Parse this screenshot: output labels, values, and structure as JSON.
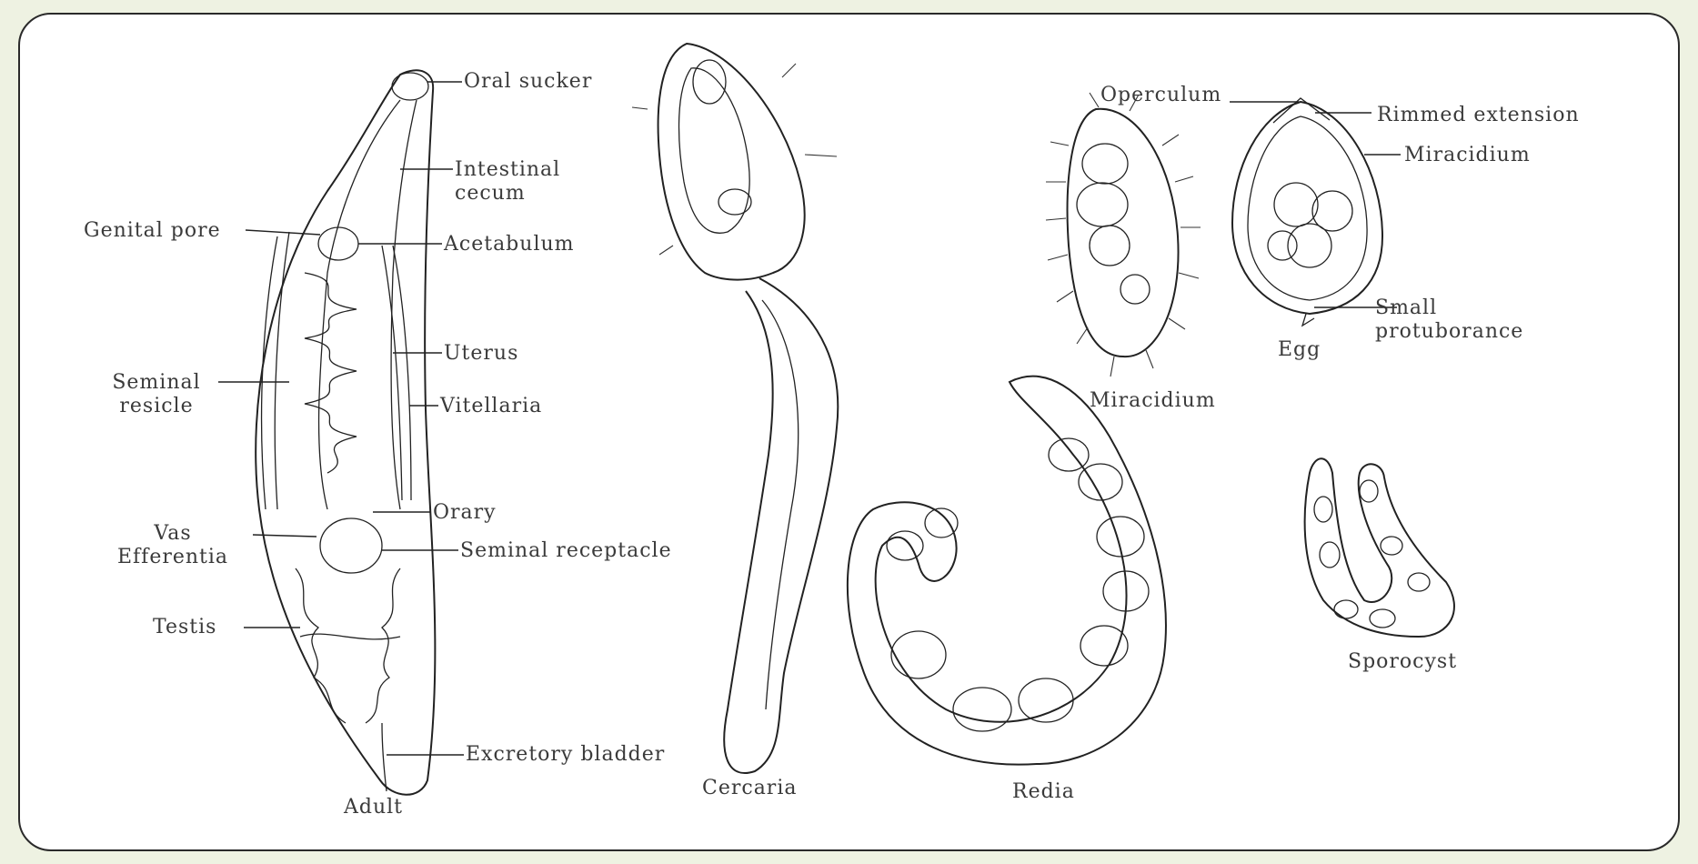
{
  "labels": {
    "oral_sucker": "Oral sucker",
    "intestinal_cecum": "Intestinal\ncecum",
    "genital_pore": "Genital pore",
    "acetabulum": "Acetabulum",
    "uterus": "Uterus",
    "seminal_vesicle": "Seminal\nresicle",
    "vitellaria": "Vitellaria",
    "ovary": "Orary",
    "vas_efferentia": "Vas\nEfferentia",
    "seminal_receptacle": "Seminal receptacle",
    "testis": "Testis",
    "excretory_bladder": "Excretory bladder",
    "adult": "Adult",
    "cercaria": "Cercaria",
    "operculum": "Operculum",
    "rimmed_extension": "Rimmed extension",
    "miracidium_inner": "Miracidium",
    "small_protuberance": "Small\nprotuborance",
    "egg": "Egg",
    "miracidium": "Miracidium",
    "redia": "Redia",
    "sporocyst": "Sporocyst"
  }
}
